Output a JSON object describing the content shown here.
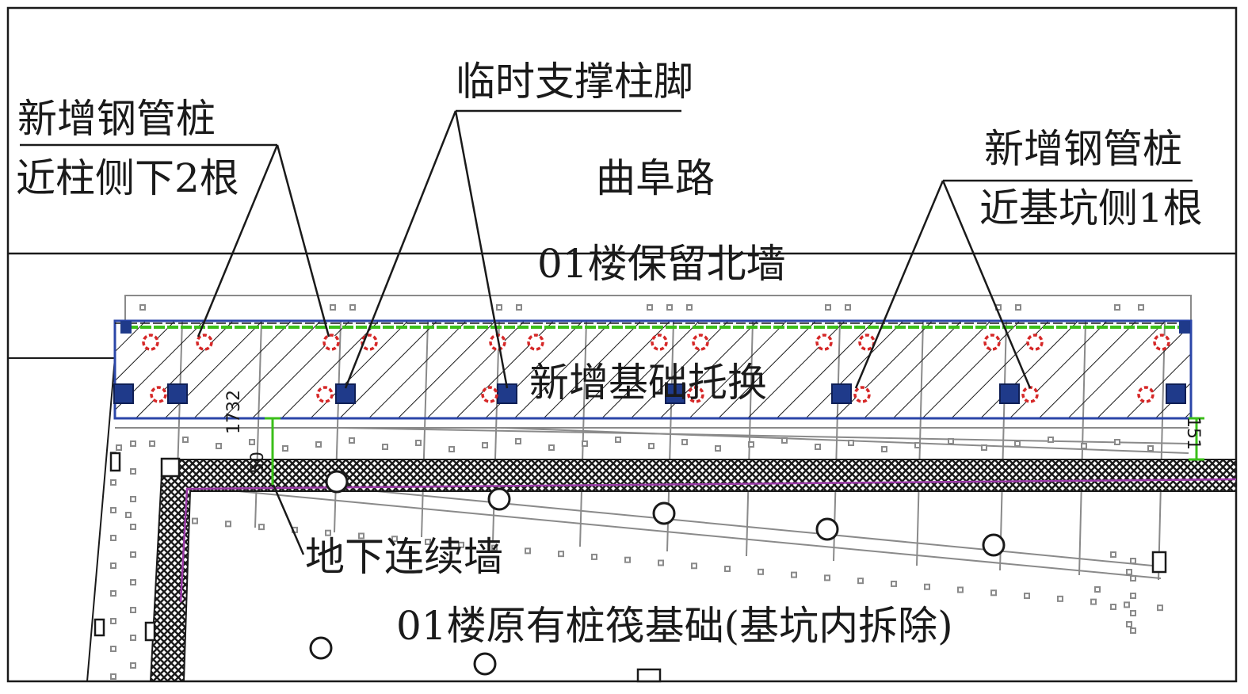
{
  "labels": {
    "temp_support": "临时支撑柱脚",
    "pile_left_1": "新增钢管桩",
    "pile_left_2": "近柱侧下2根",
    "road": "曲阜路",
    "pile_right_1": "新增钢管桩",
    "pile_right_2": "近基坑侧1根",
    "north_wall": "01楼保留北墙",
    "underpinning": "新增基础托换",
    "diaphragm_wall": "地下连续墙",
    "raft_foundation": "01楼原有桩筏基础(基坑内拆除)"
  },
  "dimensions": {
    "left_a": "1732",
    "left_b": "50",
    "right": "151"
  },
  "colors": {
    "underpin_outline": "#2b46a8",
    "column_fill": "#1f3a8a",
    "green_line": "#3bbf1a",
    "wall_line": "#9b3aa8",
    "pile_marker": "#d62828",
    "grid": "#8a8a8a",
    "ink": "#1a1a1a"
  }
}
